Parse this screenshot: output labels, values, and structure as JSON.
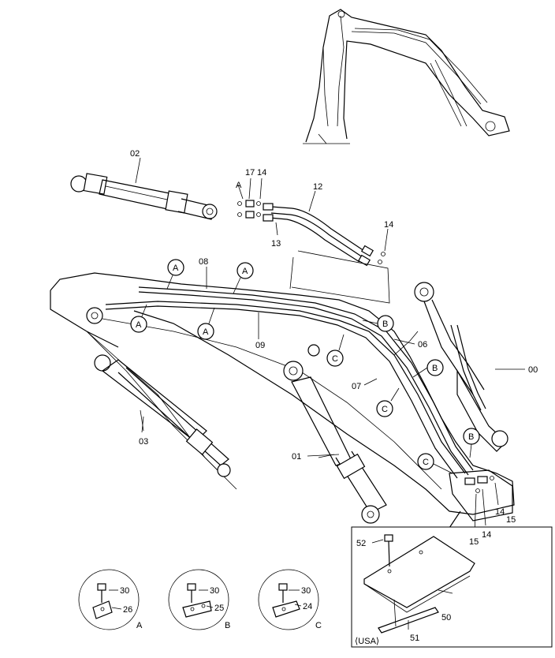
{
  "diagram": {
    "part_numbers": {
      "p00": "00",
      "p01": "01",
      "p02": "02",
      "p03": "03",
      "p06": "06",
      "p07": "07",
      "p08": "08",
      "p09": "09",
      "p12": "12",
      "p13": "13",
      "p14a": "14",
      "p14b": "14",
      "p14c": "14",
      "p14d": "14",
      "p15a": "15",
      "p15b": "15",
      "p17": "17",
      "p24": "24",
      "p25": "25",
      "p26": "26",
      "p30a": "30",
      "p30b": "30",
      "p30c": "30",
      "p50": "50",
      "p51": "51",
      "p52": "52"
    },
    "callouts": {
      "A": "A",
      "B": "B",
      "C": "C"
    },
    "detail_views": {
      "a": "A",
      "b": "B",
      "c": "C"
    },
    "top_a_label": "A",
    "inset_label": "⟨USA⟩"
  }
}
